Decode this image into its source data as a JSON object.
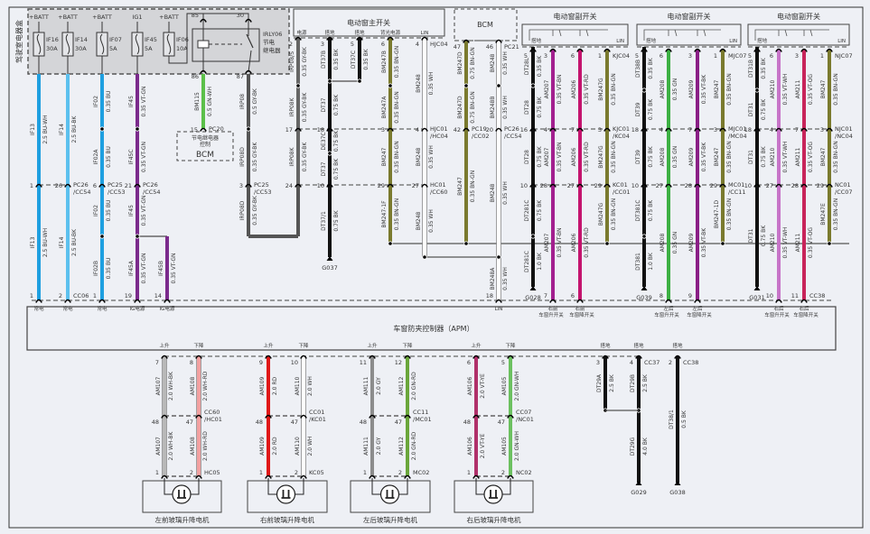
{
  "fuse_box": {
    "title": "驾驶室电器盒",
    "fuses": [
      {
        "source": "+BATT",
        "id": "IF16",
        "rating": "30A"
      },
      {
        "source": "+BATT",
        "id": "IF14",
        "rating": "30A"
      },
      {
        "source": "+BATT",
        "id": "IF07",
        "rating": "5A"
      },
      {
        "source": "IG1",
        "id": "IF45",
        "rating": "5A"
      },
      {
        "source": "+BATT",
        "id": "IF06",
        "rating": "10A"
      }
    ],
    "relay": {
      "id": "IRLY06",
      "name_1": "节电",
      "name_2": "继电器",
      "pins": [
        "85",
        "30",
        "86",
        "87"
      ]
    }
  },
  "bcm_small": {
    "label_1": "节电继电器",
    "label_2": "控制",
    "name": "BCM"
  },
  "main_switch": {
    "title": "电动窗主开关",
    "pin_labels": [
      "电源",
      "搭地",
      "搭地",
      "背光电源",
      "LIN"
    ]
  },
  "bcm": {
    "title": "BCM"
  },
  "sub_switches": [
    {
      "title": "电动窗副开关",
      "ground": "搭地",
      "lin": "LIN"
    },
    {
      "title": "电动窗副开关",
      "ground": "搭地",
      "lin": "LIN"
    },
    {
      "title": "电动窗副开关",
      "ground": "搭地",
      "lin": "LIN"
    }
  ],
  "top_wires": [
    {
      "color": "#1e9fe0",
      "segs": [
        [
          "IF13",
          "2.5 BU-WH"
        ],
        [
          "IF13",
          "2.5 BU-WH"
        ]
      ],
      "pins": [
        {
          "n": "1"
        },
        {
          "n": "1"
        }
      ],
      "apm": [
        "常电"
      ]
    },
    {
      "color": "#5cc0ee",
      "segs": [
        [
          "IF14",
          "2.5 BU-BK"
        ],
        [
          "IF14",
          "2.5 BU-BK"
        ]
      ],
      "pins": [
        {
          "n": "26",
          "c": [
            "PC26",
            "/CC54"
          ]
        },
        {
          "n": "2",
          "c": [
            "CC06"
          ]
        }
      ],
      "apm": [
        "常电"
      ]
    },
    {
      "color": "#1e9fe0",
      "segs": [
        [
          "IF02",
          "0.35 BU"
        ],
        [
          "IF02A",
          "0.35 BU"
        ],
        [
          "IF02",
          "0.35 BU"
        ],
        [
          "IF02B",
          "0.35 BU"
        ]
      ],
      "pins": [
        {
          "n": "6",
          "c": [
            "PC25",
            "/CC53"
          ]
        },
        {
          "n": "1"
        }
      ],
      "apm": [
        "常电"
      ]
    },
    {
      "color": "#7b2a8c",
      "segs": [
        [
          "IF45",
          "0.35 VT-GN"
        ],
        [
          "IF45C",
          "0.35 VT-GN"
        ],
        [
          "IF45",
          "0.35 VT-GN"
        ],
        [
          "IF45A",
          "0.35 VT-GN"
        ]
      ],
      "pins": [
        {
          "n": "21",
          "c": [
            "PC26",
            "/CC54"
          ]
        },
        {
          "n": "19"
        }
      ],
      "apm": [
        "IG电源"
      ]
    },
    {
      "color": "#7b2a8c",
      "segs": [
        [
          "IF45B",
          "0.35 VT-GN"
        ]
      ],
      "pins": [
        {
          "n": "14"
        }
      ],
      "apm": [
        "IG电源"
      ]
    },
    {
      "color": "#5cc04a",
      "segs": [
        [
          "BM115",
          "0.5 GN-WH"
        ]
      ],
      "pins": [
        {
          "n": "15",
          "c": [
            "PC20"
          ]
        }
      ]
    },
    {
      "color": "#555555",
      "segs": [
        [
          "IRP08",
          "0.5 GY-BK"
        ],
        [
          "IRP08D",
          "0.35 GY-BK"
        ],
        [
          "IRP08D",
          "0.35 GY-BK"
        ]
      ],
      "pins": [
        {
          "n": "3",
          "c": [
            "PC25",
            "/CC53"
          ]
        }
      ]
    },
    {
      "color": "#666666",
      "segs": [
        [
          "IRP08/S",
          "0.35 GY-BK"
        ],
        [
          "IRP08K",
          "0.35 GY-BK"
        ],
        [
          "IRP08K",
          "0.35 GY-BK"
        ]
      ],
      "pins": [
        {
          "n": "2"
        },
        {
          "n": "17"
        },
        {
          "n": "24"
        }
      ]
    },
    {
      "color": "#111111",
      "segs": [
        [
          "DT37B",
          "0.35 BK"
        ],
        [
          "DT37",
          "0.75 BK"
        ],
        [
          "DE37C",
          "0.75 BK"
        ],
        [
          "DT37",
          "0.75 BK"
        ],
        [
          "DT37/1",
          "0.75 BK"
        ]
      ],
      "pins": [
        {
          "n": "3"
        },
        {
          "n": "18"
        },
        {
          "n": "10"
        }
      ],
      "ground": "G037"
    },
    {
      "color": "#111111",
      "segs": [
        [
          "DT37C",
          "0.35 BK"
        ]
      ],
      "pins": [
        {
          "n": "5"
        }
      ]
    },
    {
      "color": "#7a7a2e",
      "segs": [
        [
          "BM247B",
          "0.35 BN-GN"
        ],
        [
          "BM247A",
          "0.35 BN-GN"
        ],
        [
          "BM247",
          "0.35 BN-GN"
        ],
        [
          "BM247-1F",
          "0.35 BN-GN"
        ]
      ],
      "pins": [
        {
          "n": "6"
        },
        {
          "n": "3"
        },
        {
          "n": "29"
        }
      ]
    },
    {
      "color": "#ffffff",
      "segs": [
        [
          "BM248",
          "0.35 WH"
        ],
        [
          "BM248",
          "0.35 WH"
        ],
        [
          "BM248",
          "0.35 WH"
        ]
      ],
      "pins": [
        {
          "n": "4",
          "c": [
            "HJC04"
          ]
        },
        {
          "n": "4",
          "c": [
            "HJC01",
            "/HC04"
          ]
        },
        {
          "n": "27",
          "c": [
            "HC01",
            "/CC60"
          ]
        }
      ]
    },
    {
      "color": "#7a7a2e",
      "segs": [
        [
          "BM247D",
          "0.75 BN-GN"
        ],
        [
          "BM247D",
          "0.75 BN-GN"
        ],
        [
          "BM247",
          "0.35 BN-GN"
        ]
      ],
      "pins": [
        {
          "n": "47"
        },
        {
          "n": "42",
          "c": [
            "PC19",
            "/CC02"
          ]
        }
      ]
    },
    {
      "color": "#ffffff",
      "segs": [
        [
          "BM248",
          "0.35 WH"
        ],
        [
          "BM248B",
          "0.35 WH"
        ],
        [
          "BM248",
          "0.35 WH"
        ],
        [
          "BM248A",
          "0.35 WH"
        ]
      ],
      "pins": [
        {
          "n": "46",
          "c": [
            "PC21"
          ]
        },
        {
          "n": "20",
          "c": [
            "PC26",
            "/CC54"
          ]
        },
        {
          "n": "18"
        }
      ],
      "apm": [
        "LIN"
      ]
    },
    {
      "color": "#111111",
      "segs": [
        [
          "DT28L",
          "0.35 BK"
        ],
        [
          "DT28",
          "0.75 BK"
        ],
        [
          "DT28",
          "0.75 BK"
        ],
        [
          "DT281C",
          "0.75 BK"
        ],
        [
          "DT281C",
          "1.0 BK"
        ]
      ],
      "pins": [
        {
          "n": "5"
        },
        {
          "n": "16"
        },
        {
          "n": "10"
        }
      ],
      "ground": "G028"
    },
    {
      "color": "#a3208f",
      "segs": [
        [
          "AM207",
          "0.35 VT-BN"
        ],
        [
          "AM207",
          "0.35 VT-BN"
        ],
        [
          "AM207",
          "0.35 VT-BN"
        ]
      ],
      "pins": [
        {
          "n": "3"
        },
        {
          "n": "4"
        },
        {
          "n": "28"
        },
        {
          "n": "7"
        }
      ],
      "apm": [
        "右前",
        "车窗升开关"
      ]
    },
    {
      "color": "#c4146e",
      "segs": [
        [
          "AM206",
          "0.35 VT-RD"
        ],
        [
          "AM206",
          "0.35 VT-RD"
        ],
        [
          "AM206",
          "0.35 VT-RD"
        ]
      ],
      "pins": [
        {
          "n": "6"
        },
        {
          "n": "7"
        },
        {
          "n": "27"
        },
        {
          "n": "6"
        }
      ],
      "apm": [
        "右前",
        "车窗降开关"
      ]
    },
    {
      "color": "#7a7a2e",
      "segs": [
        [
          "BM247G",
          "0.35 BN-GN"
        ],
        [
          "BM247G",
          "0.35 BN-GN"
        ],
        [
          "BM247G",
          "0.35 BN-GN"
        ]
      ],
      "pins": [
        {
          "n": "1",
          "c": [
            "KJC04"
          ]
        },
        {
          "n": "3",
          "c": [
            "KJC01",
            "/KC04"
          ]
        },
        {
          "n": "29",
          "c": [
            "KC01",
            "/CC01"
          ]
        }
      ]
    },
    {
      "color": "#111111",
      "segs": [
        [
          "DT38B",
          "0.35 BK"
        ],
        [
          "DT39",
          "0.75 BK"
        ],
        [
          "DT39",
          "0.75 BK"
        ],
        [
          "DT381C",
          "0.75 BK"
        ],
        [
          "DT381",
          "1.0 BK"
        ]
      ],
      "pins": [
        {
          "n": "5"
        },
        {
          "n": "18"
        },
        {
          "n": "10"
        }
      ],
      "ground": "G039"
    },
    {
      "color": "#3cb043",
      "segs": [
        [
          "AM208",
          "0.35 GN"
        ],
        [
          "AM208",
          "0.35 GN"
        ],
        [
          "AM208",
          "0.35 GN"
        ]
      ],
      "pins": [
        {
          "n": "6"
        },
        {
          "n": "4"
        },
        {
          "n": "27"
        },
        {
          "n": "8"
        }
      ],
      "apm": [
        "左后",
        "车窗升开关"
      ]
    },
    {
      "color": "#8a1f86",
      "segs": [
        [
          "AM209",
          "0.35 VT-BK"
        ],
        [
          "AM209",
          "0.35 VT-BK"
        ],
        [
          "AM209",
          "0.35 VT-BK"
        ]
      ],
      "pins": [
        {
          "n": "3"
        },
        {
          "n": "7"
        },
        {
          "n": "28"
        },
        {
          "n": "9"
        }
      ],
      "apm": [
        "左后",
        "车窗降开关"
      ]
    },
    {
      "color": "#7a7a2e",
      "segs": [
        [
          "BM247",
          "0.35 BN-GN"
        ],
        [
          "BM247",
          "0.35 BN-GN"
        ],
        [
          "BM247-1D",
          "0.35 BN-GN"
        ]
      ],
      "pins": [
        {
          "n": "1",
          "c": [
            "MJC07"
          ]
        },
        {
          "n": "3",
          "c": [
            "MJC01",
            "/MC04"
          ]
        },
        {
          "n": "29",
          "c": [
            "MC01",
            "/CC11"
          ]
        }
      ]
    },
    {
      "color": "#111111",
      "segs": [
        [
          "DT31B",
          "0.35 BK"
        ],
        [
          "DT31",
          "0.75 BK"
        ],
        [
          "DT31",
          "0.75 BK"
        ],
        [
          "DT31",
          "0.75 BK"
        ]
      ],
      "pins": [
        {
          "n": "5"
        },
        {
          "n": "18"
        },
        {
          "n": "10"
        }
      ],
      "ground": "G031"
    },
    {
      "color": "#c774c8",
      "segs": [
        [
          "AM210",
          "0.35 VT-WH"
        ],
        [
          "AM210",
          "0.35 VT-WH"
        ],
        [
          "AM210",
          "0.35 VT-WH"
        ]
      ],
      "pins": [
        {
          "n": "6"
        },
        {
          "n": "4"
        },
        {
          "n": "27"
        },
        {
          "n": "10"
        }
      ],
      "apm": [
        "右后",
        "车窗升开关"
      ]
    },
    {
      "color": "#c8245a",
      "segs": [
        [
          "AM211",
          "0.35 VT-OG"
        ],
        [
          "AM211",
          "0.35 VT-OG"
        ],
        [
          "AM211",
          "0.35 VT-OG"
        ]
      ],
      "pins": [
        {
          "n": "3"
        },
        {
          "n": "7"
        },
        {
          "n": "28"
        },
        {
          "n": "11",
          "c": [
            "CC38"
          ]
        }
      ],
      "apm": [
        "右后",
        "车窗降开关"
      ]
    },
    {
      "color": "#7a7a2e",
      "segs": [
        [
          "BM247",
          "0.35 BN-GN"
        ],
        [
          "BM247",
          "0.35 BN-GN"
        ],
        [
          "BM247E",
          "0.35 BN-GN"
        ]
      ],
      "pins": [
        {
          "n": "1",
          "c": [
            "NJC07"
          ]
        },
        {
          "n": "3",
          "c": [
            "NJC01",
            "/NC04"
          ]
        },
        {
          "n": "29",
          "c": [
            "NC01",
            "/CC07"
          ]
        }
      ]
    }
  ],
  "apm": {
    "title": "车窗防夹控制器（APM）"
  },
  "bottom_wires": [
    {
      "color": "#b8b8b8",
      "segs": [
        [
          "AM107",
          "2.0 WH-BK"
        ],
        [
          "AM107",
          "2.0 WH-BK"
        ]
      ],
      "pins": [
        {
          "n": "7"
        },
        {
          "n": "48"
        },
        {
          "n": "1"
        }
      ],
      "apm": "上升"
    },
    {
      "color": "#f2a0a0",
      "segs": [
        [
          "AM108",
          "2.0 WH-RD"
        ],
        [
          "AM108",
          "2.0 WH-RD"
        ]
      ],
      "pins": [
        {
          "n": "8"
        },
        {
          "n": "47",
          "c": [
            "CC60",
            "/HC01"
          ]
        },
        {
          "n": "2",
          "c": [
            "HC05"
          ]
        }
      ],
      "apm": "下降"
    },
    {
      "color": "#e01818",
      "segs": [
        [
          "AM109",
          "2.0 RD"
        ],
        [
          "AM109",
          "2.0 RD"
        ]
      ],
      "pins": [
        {
          "n": "9"
        },
        {
          "n": "48"
        },
        {
          "n": "1"
        }
      ],
      "apm": "上升"
    },
    {
      "color": "#ffffff",
      "segs": [
        [
          "AM110",
          "2.0 WH"
        ],
        [
          "AM110",
          "2.0 WH"
        ]
      ],
      "pins": [
        {
          "n": "10"
        },
        {
          "n": "47",
          "c": [
            "CC01",
            "/KC01"
          ]
        },
        {
          "n": "2",
          "c": [
            "KC05"
          ]
        }
      ],
      "apm": "下降"
    },
    {
      "color": "#8c8c8c",
      "segs": [
        [
          "AM111",
          "2.0 GY"
        ],
        [
          "AM111",
          "2.0 GY"
        ]
      ],
      "pins": [
        {
          "n": "11"
        },
        {
          "n": "48"
        },
        {
          "n": "1"
        }
      ],
      "apm": "上升"
    },
    {
      "color": "#6aa63a",
      "segs": [
        [
          "AM112",
          "2.0 GN-RD"
        ],
        [
          "AM112",
          "2.0 GN-RD"
        ]
      ],
      "pins": [
        {
          "n": "12"
        },
        {
          "n": "47",
          "c": [
            "CC11",
            "/MC01"
          ]
        },
        {
          "n": "2",
          "c": [
            "MC02"
          ]
        }
      ],
      "apm": "下降"
    },
    {
      "color": "#b0306a",
      "segs": [
        [
          "AM106",
          "2.0 VT-YE"
        ],
        [
          "AM106",
          "2.0 VT-YE"
        ]
      ],
      "pins": [
        {
          "n": "6"
        },
        {
          "n": "48"
        },
        {
          "n": "1"
        }
      ],
      "apm": "上升"
    },
    {
      "color": "#6cc060",
      "segs": [
        [
          "AM105",
          "2.0 GN-WH"
        ],
        [
          "AM105",
          "2.0 GN-WH"
        ]
      ],
      "pins": [
        {
          "n": "5"
        },
        {
          "n": "47",
          "c": [
            "CC07",
            "/NC01"
          ]
        },
        {
          "n": "2",
          "c": [
            "NC02"
          ]
        }
      ],
      "apm": "下降"
    },
    {
      "color": "#111111",
      "segs": [
        [
          "DT29A",
          "2.5 BK"
        ]
      ],
      "pins": [
        {
          "n": "3"
        }
      ],
      "apm": "搭地"
    },
    {
      "color": "#111111",
      "segs": [
        [
          "DT29B",
          "2.5 BK"
        ],
        [
          "DT29G",
          "4.0 BK"
        ]
      ],
      "pins": [
        {
          "n": "4",
          "c": [
            "CC37"
          ]
        }
      ],
      "apm": "搭地",
      "ground": "G029"
    },
    {
      "color": "#111111",
      "segs": [
        [
          "DT38/1",
          "0.5 BK"
        ]
      ],
      "pins": [
        {
          "n": "2",
          "c": [
            "CC38"
          ]
        }
      ],
      "apm": "搭地",
      "ground": "G038"
    }
  ],
  "motors": [
    {
      "label": "左前玻璃升降电机"
    },
    {
      "label": "右前玻璃升降电机"
    },
    {
      "label": "左后玻璃升降电机"
    },
    {
      "label": "右后玻璃升降电机"
    }
  ]
}
